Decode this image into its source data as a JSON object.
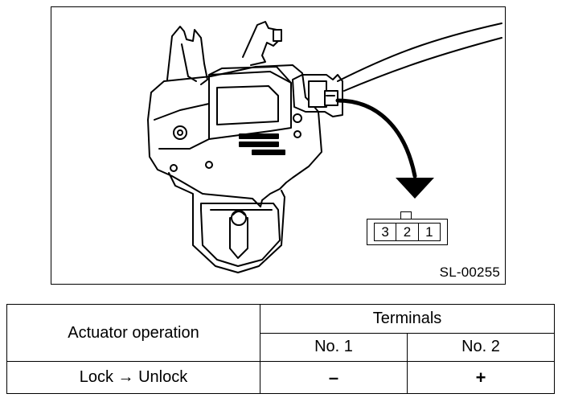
{
  "figure": {
    "id_label": "SL-00255",
    "connector_pins": [
      "3",
      "2",
      "1"
    ]
  },
  "table": {
    "row_header": "Actuator operation",
    "group_header": "Terminals",
    "columns": [
      "No. 1",
      "No. 2"
    ],
    "rows": [
      {
        "operation": "Lock → Unlock",
        "values": [
          "–",
          "+"
        ]
      }
    ]
  }
}
